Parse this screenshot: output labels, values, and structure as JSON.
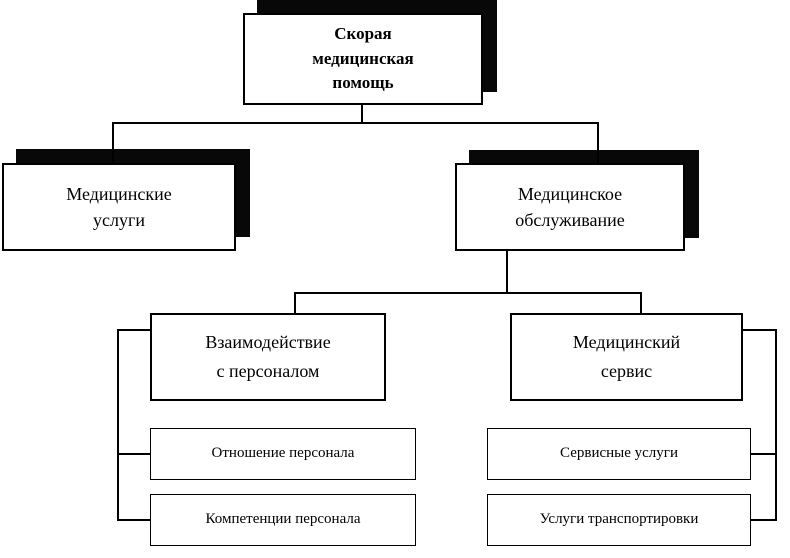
{
  "diagram": {
    "nodes": {
      "root": "Скорая\nмедицинская\nпомощь",
      "medical_services": "Медицинские\nуслуги",
      "medical_care": "Медицинское\nобслуживание",
      "staff_interaction": "Взаимодействие\nс персоналом",
      "medical_service": "Медицинский\nсервис",
      "staff_attitude": "Отношение персонала",
      "staff_competence": "Компетенции  персонала",
      "service_offerings": "Сервисные услуги",
      "transport_services": "Услуги транспортировки"
    },
    "colors": {
      "box_background": "#ffffff",
      "box_border": "#000000",
      "shadow": "#080808",
      "connector": "#000000"
    }
  }
}
